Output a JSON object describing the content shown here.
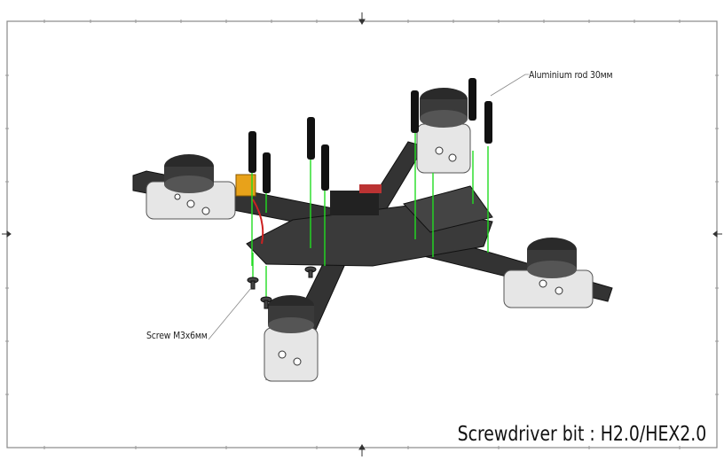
{
  "callouts": {
    "rod": "Aluminium rod 30мм",
    "screw": "Screw M3x6мм"
  },
  "title": "Screwdriver bit : H2.0/HEX2.0",
  "colors": {
    "frame": "#2e2e2e",
    "border": "#888888",
    "guide": "#22dd22",
    "standoff": "#111111",
    "battery": "#e8a21a"
  }
}
